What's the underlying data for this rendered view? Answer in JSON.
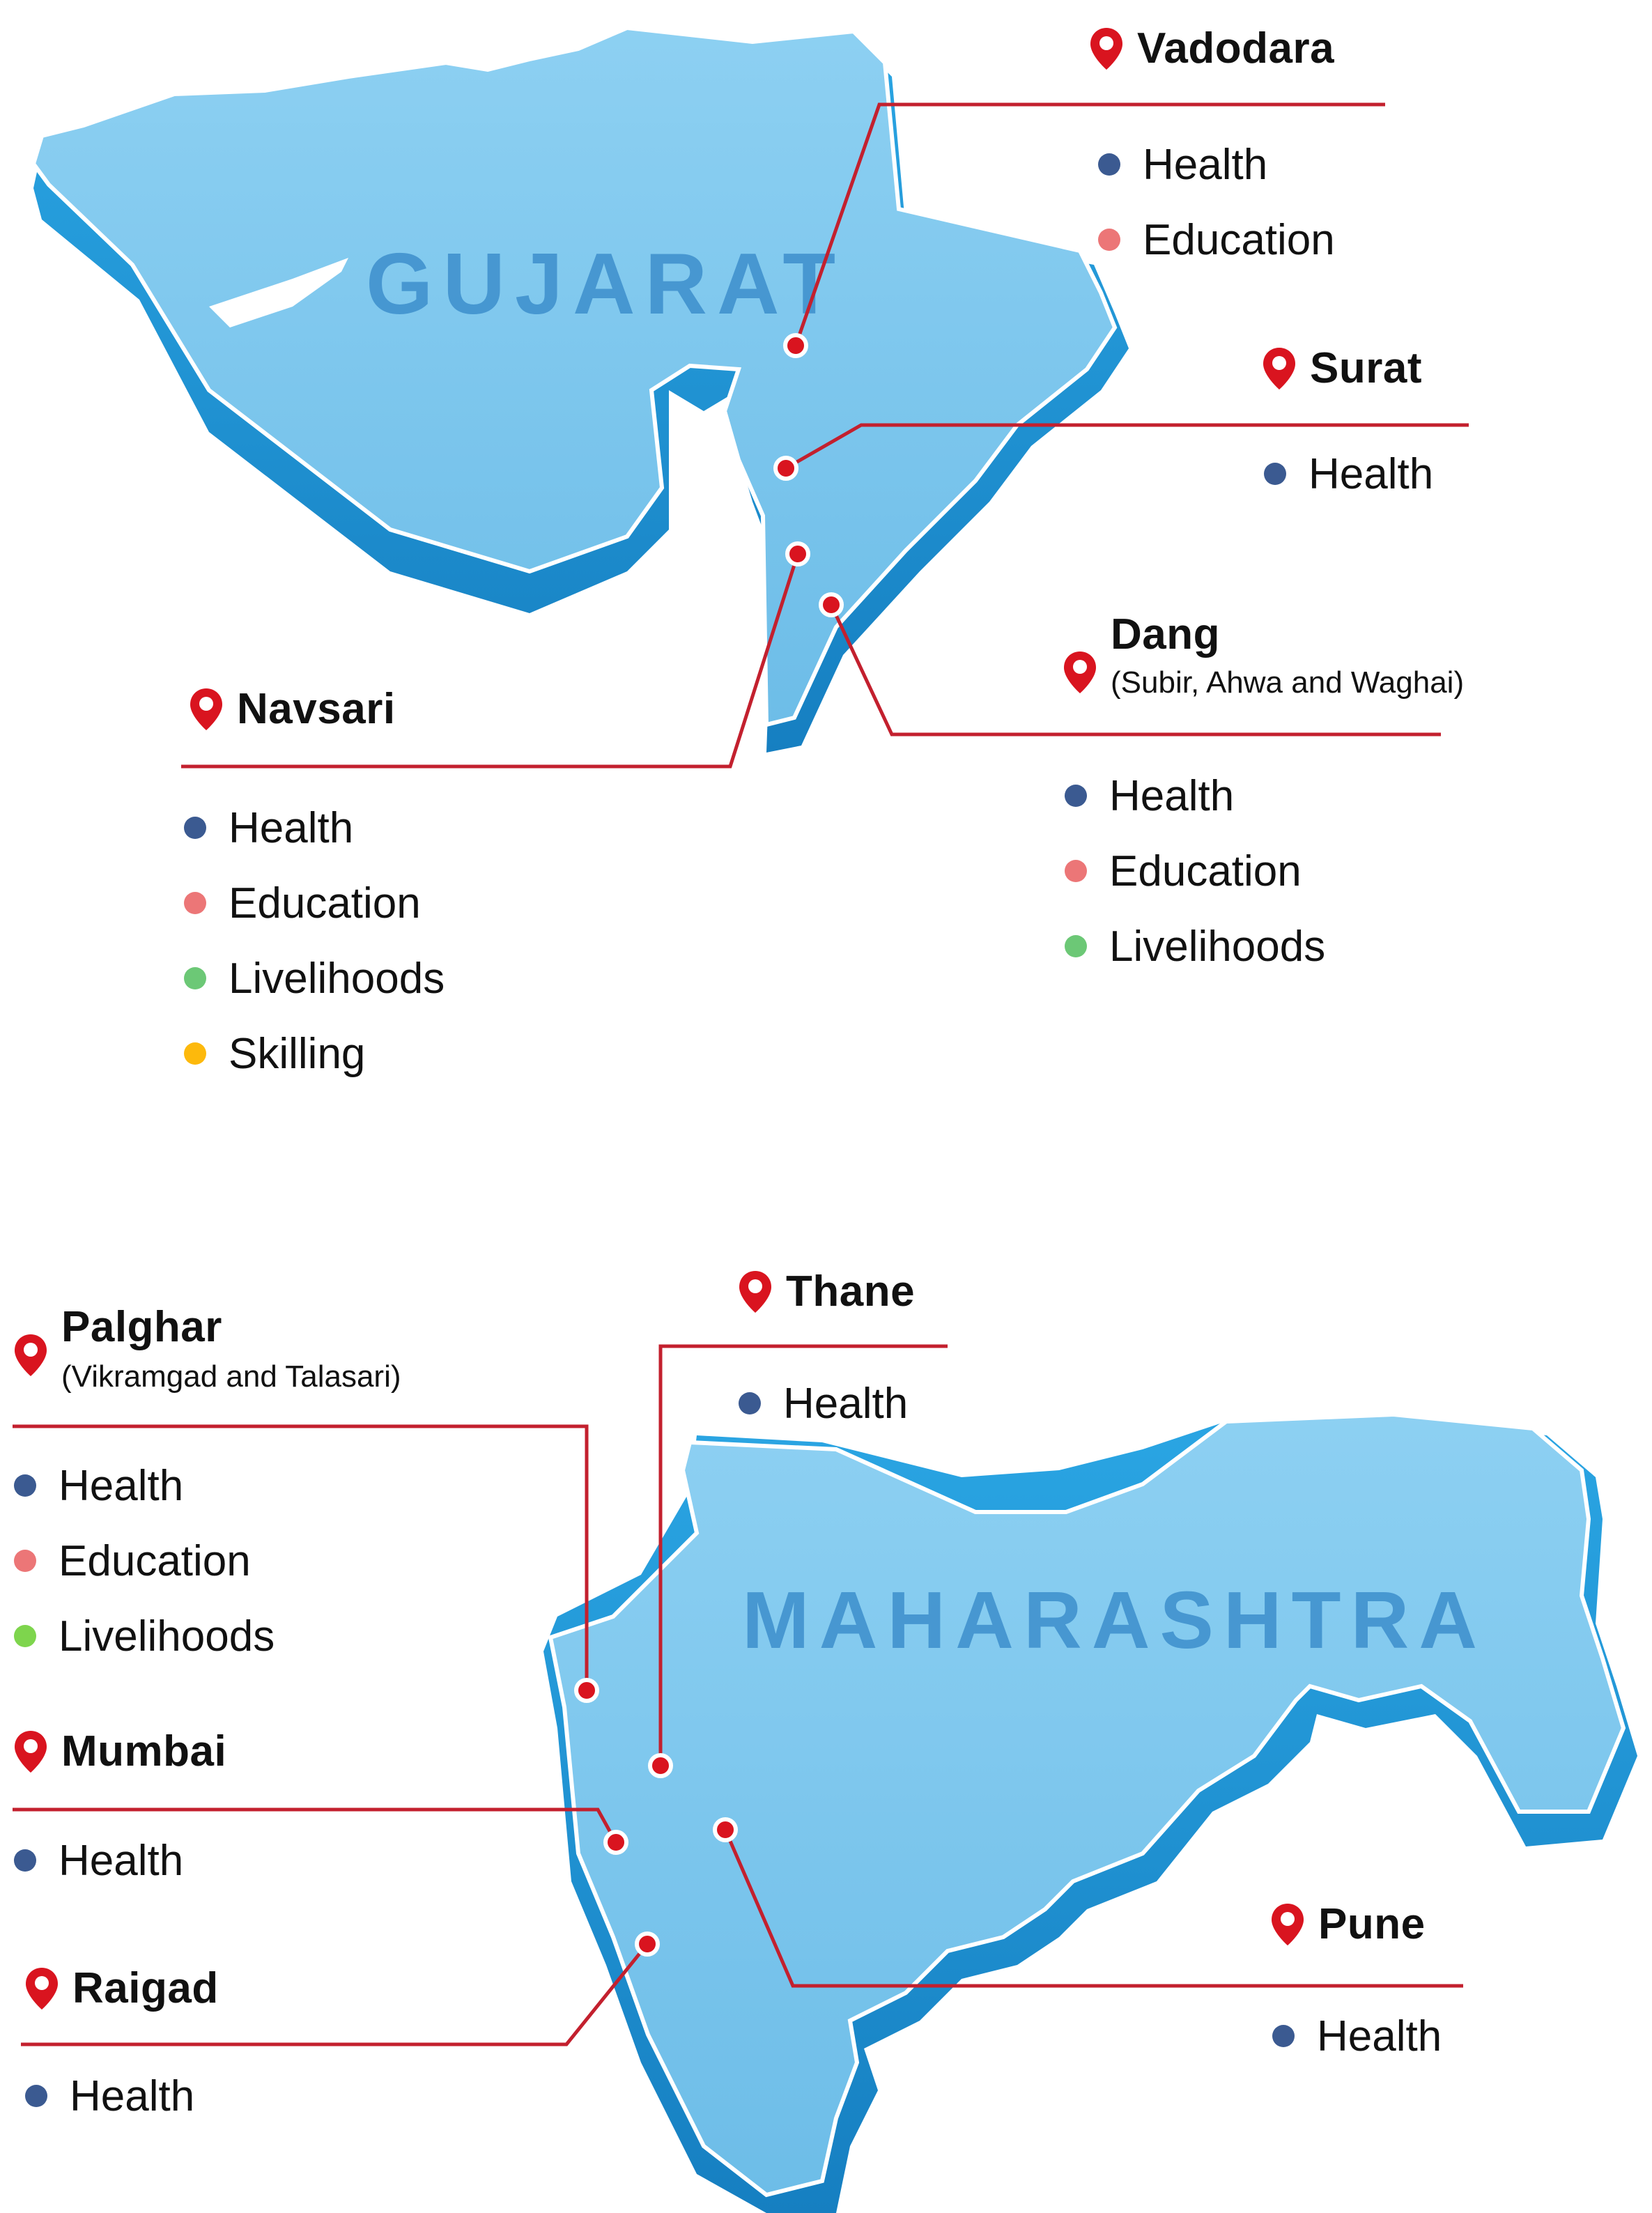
{
  "states": {
    "gujarat": "GUJARAT",
    "maharashtra": "MAHARASHTRA"
  },
  "colors": {
    "health": "#3b5a91",
    "education": "#ec7677",
    "livelihoods_gujarat": "#6cc876",
    "livelihoods_maharashtra": "#7ed54d",
    "skilling": "#fdb90c",
    "leader_line": "#c3202e",
    "pin": "#d9141f",
    "map_fill": "#7fc7ec",
    "map_side": "#1f9ddf"
  },
  "locations": {
    "vadodara": {
      "name": "Vadodara",
      "tags": [
        "Health",
        "Education"
      ]
    },
    "surat": {
      "name": "Surat",
      "tags": [
        "Health"
      ]
    },
    "dang": {
      "name": "Dang",
      "subtitle": "(Subir, Ahwa and Waghai)",
      "tags": [
        "Health",
        "Education",
        "Livelihoods"
      ]
    },
    "navsari": {
      "name": "Navsari",
      "tags": [
        "Health",
        "Education",
        "Livelihoods",
        "Skilling"
      ]
    },
    "thane": {
      "name": "Thane",
      "tags": [
        "Health"
      ]
    },
    "palghar": {
      "name": "Palghar",
      "subtitle": "(Vikramgad and Talasari)",
      "tags": [
        "Health",
        "Education",
        "Livelihoods"
      ]
    },
    "mumbai": {
      "name": "Mumbai",
      "tags": [
        "Health"
      ]
    },
    "raigad": {
      "name": "Raigad",
      "tags": [
        "Health"
      ]
    },
    "pune": {
      "name": "Pune",
      "tags": [
        "Health"
      ]
    }
  }
}
